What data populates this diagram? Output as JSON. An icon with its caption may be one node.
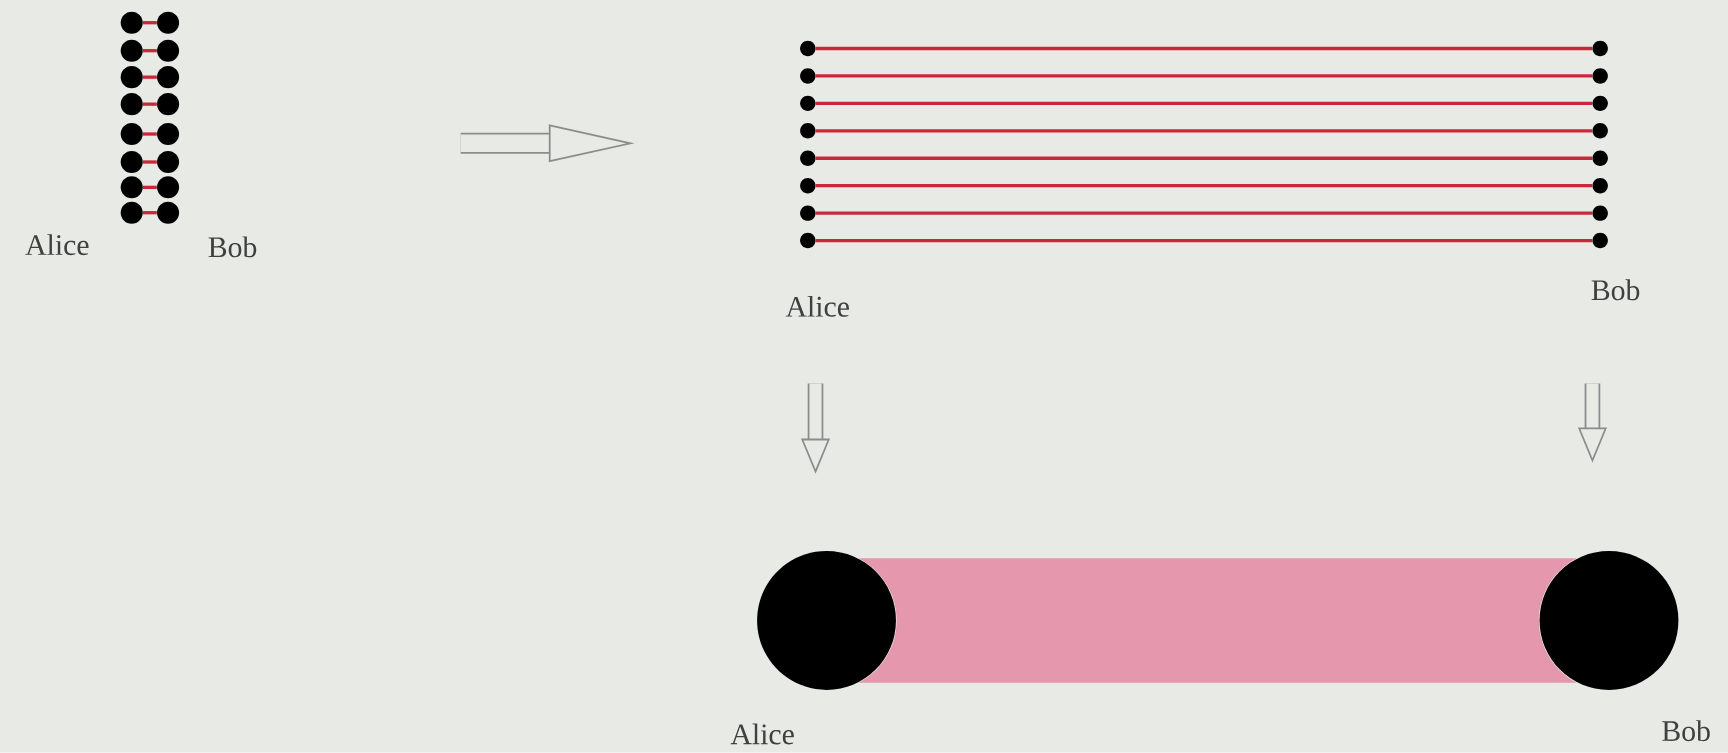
{
  "diagram": {
    "nodes": [
      {
        "text": [],
        "shape": "circle"
      },
      {
        "text": [],
        "shape": "circle"
      },
      {
        "text": [],
        "shape": "circle"
      },
      {
        "text": [],
        "shape": "circle"
      },
      {
        "text": [],
        "shape": "circle"
      },
      {
        "text": [],
        "shape": "circle"
      },
      {
        "text": [],
        "shape": "circle"
      },
      {
        "text": [],
        "shape": "circle"
      },
      {
        "text": [],
        "shape": "circle"
      },
      {
        "text": [],
        "shape": "circle"
      },
      {
        "text": [],
        "shape": "circle"
      },
      {
        "text": [],
        "shape": "circle"
      },
      {
        "text": [],
        "shape": "circle"
      },
      {
        "text": [],
        "shape": "circle"
      },
      {
        "text": [],
        "shape": "circle",
        "beside": [
          "Alice"
        ]
      },
      {
        "text": [],
        "shape": "circle",
        "beside": [
          "Bob"
        ]
      },
      {
        "text": [],
        "shape": "circle"
      },
      {
        "text": [],
        "shape": "circle"
      },
      {
        "text": [],
        "shape": "circle"
      },
      {
        "text": [],
        "shape": "circle"
      },
      {
        "text": [],
        "shape": "circle"
      },
      {
        "text": [],
        "shape": "circle"
      },
      {
        "text": [],
        "shape": "circle"
      },
      {
        "text": [],
        "shape": "circle"
      },
      {
        "text": [],
        "shape": "circle"
      },
      {
        "text": [],
        "shape": "circle"
      },
      {
        "text": [],
        "shape": "circle"
      },
      {
        "text": [],
        "shape": "circle"
      },
      {
        "text": [],
        "shape": "circle"
      },
      {
        "text": [],
        "shape": "circle"
      },
      {
        "text": [],
        "shape": "circle",
        "beside": [
          "Alice"
        ]
      },
      {
        "text": [],
        "shape": "circle",
        "beside": [
          "Bob"
        ]
      },
      {
        "text": [],
        "shape": "circle",
        "beside": [
          "Alice"
        ]
      },
      {
        "text": [],
        "shape": "circle",
        "beside": [
          "Bob"
        ]
      }
    ],
    "edges": [
      {
        "from": 0,
        "to": 1,
        "arrow": "none"
      },
      {
        "from": 2,
        "to": 3,
        "arrow": "none"
      },
      {
        "from": 4,
        "to": 5,
        "arrow": "none"
      },
      {
        "from": 6,
        "to": 7,
        "arrow": "none"
      },
      {
        "from": 8,
        "to": 9,
        "arrow": "none"
      },
      {
        "from": 10,
        "to": 11,
        "arrow": "none"
      },
      {
        "from": 12,
        "to": 13,
        "arrow": "none"
      },
      {
        "from": 14,
        "to": 15,
        "arrow": "none"
      },
      {
        "from": 16,
        "to": 17,
        "arrow": "none"
      },
      {
        "from": 18,
        "to": 19,
        "arrow": "none"
      },
      {
        "from": 20,
        "to": 21,
        "arrow": "none"
      },
      {
        "from": 22,
        "to": 23,
        "arrow": "none"
      },
      {
        "from": 24,
        "to": 25,
        "arrow": "none"
      },
      {
        "from": 26,
        "to": 27,
        "arrow": "none"
      },
      {
        "from": 28,
        "to": 29,
        "arrow": "none"
      },
      {
        "from": 30,
        "to": 31,
        "arrow": "none"
      },
      {
        "from": 32,
        "to": 33,
        "arrow": "none",
        "style": "thick",
        "color": "#e497ad"
      }
    ]
  }
}
